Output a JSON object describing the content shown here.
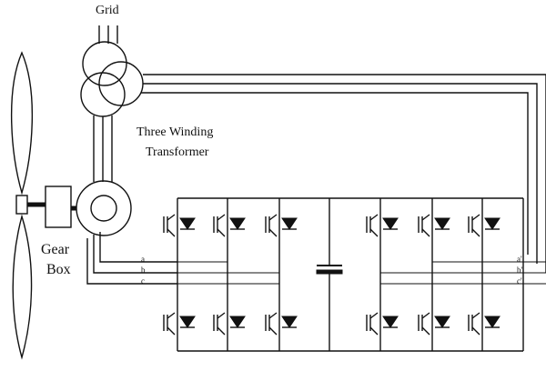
{
  "labels": {
    "grid": "Grid",
    "transformer_line1": "Three Winding",
    "transformer_line2": "Transformer",
    "gearbox_line1": "Gear",
    "gearbox_line2": "Box",
    "phase_a": "a",
    "phase_b": "b",
    "phase_c": "c",
    "phase_a_prime": "a'",
    "phase_b_prime": "b'",
    "phase_c_prime": "c'"
  },
  "components": {
    "rotor_converter_switches": 6,
    "grid_converter_switches": 6,
    "switch_symbol": "igbt-with-diode-icon",
    "dc_link_symbol": "capacitor-icon",
    "blade_symbol": "turbine-blade-icon",
    "generator_symbol": "generator-icon",
    "transformer_symbol": "three-winding-transformer-icon"
  }
}
